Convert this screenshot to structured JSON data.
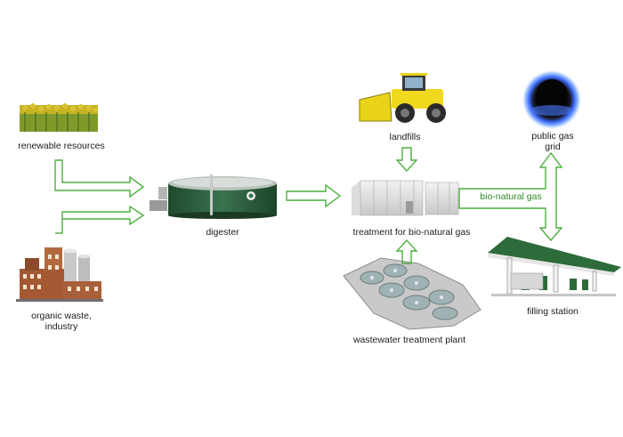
{
  "nodes": {
    "renewable_resources": "renewable resources",
    "organic_waste": "organic waste,\nindustry",
    "digester": "digester",
    "landfills": "landfills",
    "treatment": "treatment for bio-natural gas",
    "wastewater": "wastewater treatment plant",
    "bio_natural_gas": "bio-natural gas",
    "public_gas_grid": "public gas\ngrid",
    "filling_station": "filling station"
  },
  "colors": {
    "arrow_stroke": "#4caf3e",
    "flow_label": "#2f8a28",
    "digester_body": "#2a5a3a",
    "station_canopy": "#2e6b3a"
  }
}
